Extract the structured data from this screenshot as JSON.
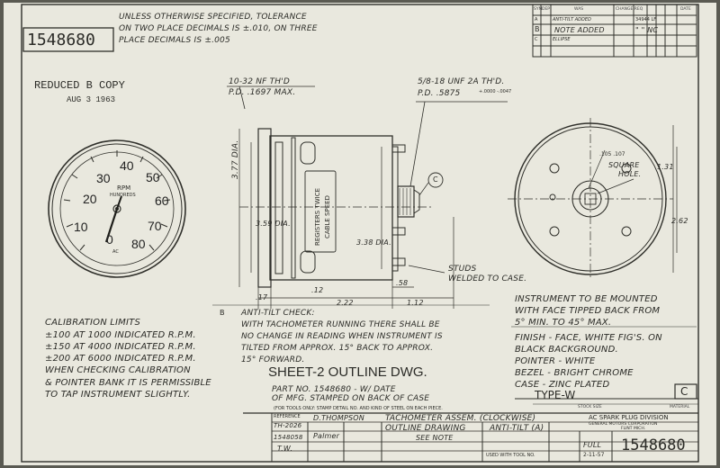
{
  "header": {
    "drawing_number": "1548680",
    "tolerance_lines": [
      "UNLESS OTHERWISE SPECIFIED, TOLERANCE",
      "ON TWO PLACE DECIMALS IS ±.010, ON THREE",
      "PLACE DECIMALS IS ±.005"
    ]
  },
  "stamp": {
    "label": "REDUCED B COPY",
    "date": "AUG 3 1963"
  },
  "revisions": {
    "headers": [
      "SYM",
      "DEP",
      "WAS",
      "CHANGE REQ",
      "DATE"
    ],
    "rows": [
      {
        "sym": "A",
        "text": "ANTI-TILT ADDED",
        "ref": "34944 LF"
      },
      {
        "sym": "B",
        "text": "NOTE ADDED",
        "ref": "\" \"  NC"
      },
      {
        "sym": "C",
        "text": "ELLIPSE",
        "ref": ""
      }
    ]
  },
  "gauge": {
    "numerals": [
      "0",
      "10",
      "20",
      "30",
      "40",
      "50",
      "60",
      "70",
      "80"
    ],
    "unit": "RPM",
    "multiplier": "HUNDREDS",
    "brand": "AC",
    "needle_value": 2
  },
  "side_view": {
    "callouts": [
      "10-32 NF TH'D",
      "P.D. .1697 MAX.",
      "5/8-18 UNF 2A TH'D.",
      "P.D. .5875",
      "+.0000 -.0047"
    ],
    "dims": [
      "3.77 DIA.",
      "3.59 DIA.",
      "3.38 DIA.",
      ".58",
      ".12",
      ".17",
      "2.22",
      "1.12"
    ],
    "inner_text": [
      "REGISTERS TWICE",
      "CABLE SPEED"
    ],
    "studs_note": [
      "STUDS",
      "WELDED TO CASE."
    ],
    "callout_c": "C"
  },
  "rear_view": {
    "square_dim": ".105 .107",
    "square_label": [
      "SQUARE",
      "HOLE."
    ],
    "dims": [
      "1.31",
      "2.62"
    ]
  },
  "anti_tilt": {
    "ref": "B",
    "lines": [
      "ANTI-TILT CHECK:",
      "WITH TACHOMETER RUNNING THERE SHALL BE",
      "NO CHANGE IN READING WHEN INSTRUMENT IS",
      "TILTED FROM APPROX. 15° BACK TO APPROX.",
      "15° FORWARD."
    ]
  },
  "calibration": {
    "title": "CALIBRATION LIMITS",
    "lines": [
      "±100 AT 1000 INDICATED R.P.M.",
      "±150 AT 4000 INDICATED R.P.M.",
      "±200 AT 6000 INDICATED R.P.M.",
      "WHEN CHECKING CALIBRATION",
      "& POINTER BANK IT IS PERMISSIBLE",
      "TO TAP INSTRUMENT SLIGHTLY."
    ]
  },
  "mounting": {
    "lines": [
      "INSTRUMENT TO BE MOUNTED",
      "WITH FACE TIPPED BACK FROM",
      "5° MIN. TO 45° MAX."
    ]
  },
  "finish": {
    "lines": [
      "FINISH - FACE, WHITE FIG'S. ON",
      "BLACK BACKGROUND.",
      "POINTER - WHITE",
      "BEZEL - BRIGHT CHROME",
      "CASE - ZINC PLATED"
    ]
  },
  "title_block": {
    "sheet_title": "SHEET-2 OUTLINE DWG.",
    "part_note": [
      "PART NO. 1548680 - W/ DATE",
      "OF MFG. STAMPED ON BACK OF CASE"
    ],
    "type": "TYPE-W",
    "rev": "C",
    "tools_note": "(FOR TOOLS ONLY: STAMP DETAIL NO. AND KIND OF STEEL ON EACH PIECE.",
    "stock_labels": [
      "STOCK SIZE",
      "MATERIAL"
    ],
    "reference": "REFERENCE",
    "ref_number": "TH-2026",
    "sub_number": "1548058",
    "initials": "T.W.",
    "drawn_by": "D.THOMPSON",
    "checked": "Palmer",
    "title_lines": [
      "TACHOMETER ASSEM. (CLOCKWISE)",
      "OUTLINE DRAWING"
    ],
    "see_note": "SEE NOTE",
    "anti_tilt": "ANTI-TILT (A)",
    "used_with": "USED WITH TOOL NO.",
    "company": [
      "AC SPARK PLUG DIVISION",
      "GENERAL MOTORS CORPORATION",
      "FLINT MICH."
    ],
    "scale": "FULL",
    "date": "2-11-57",
    "drawing_number": "1548680"
  }
}
